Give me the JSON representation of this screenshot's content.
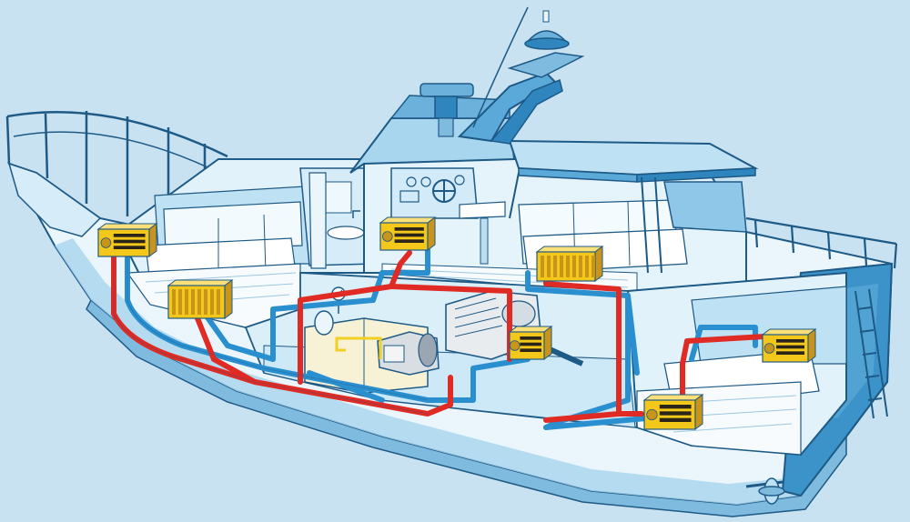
{
  "palette": {
    "background": "#c8e2f1",
    "hull": "#eaf6fc",
    "hull_shade": "#7fbbdf",
    "hull_dark": "#2f86bf",
    "outline": "#1e5a86",
    "deck": "#f2f9fd",
    "flow_pipe": "#e02a24",
    "return_pipe": "#2a8fcf",
    "heater": "#f4c81a",
    "heater_dark": "#c8951a",
    "fuel_line": "#f0d020"
  },
  "components": {
    "heaters": [
      {
        "name": "fan-heater-bow",
        "kind": "fan"
      },
      {
        "name": "radiator-forward-cabin",
        "kind": "radiator"
      },
      {
        "name": "fan-heater-head",
        "kind": "fan"
      },
      {
        "name": "radiator-saloon",
        "kind": "radiator"
      },
      {
        "name": "fan-heater-engine-room",
        "kind": "fan"
      },
      {
        "name": "fan-heater-aft-upper",
        "kind": "fan"
      },
      {
        "name": "fan-heater-aft-cabin",
        "kind": "fan"
      }
    ],
    "icons": [
      "boat-icon",
      "water-heater-icon",
      "fuel-tank-icon",
      "engine-icon",
      "pressure-gauge-icon",
      "expansion-tank-icon",
      "radar-dome-icon",
      "propeller-icon",
      "helm-wheel-icon",
      "ladder-icon"
    ]
  }
}
